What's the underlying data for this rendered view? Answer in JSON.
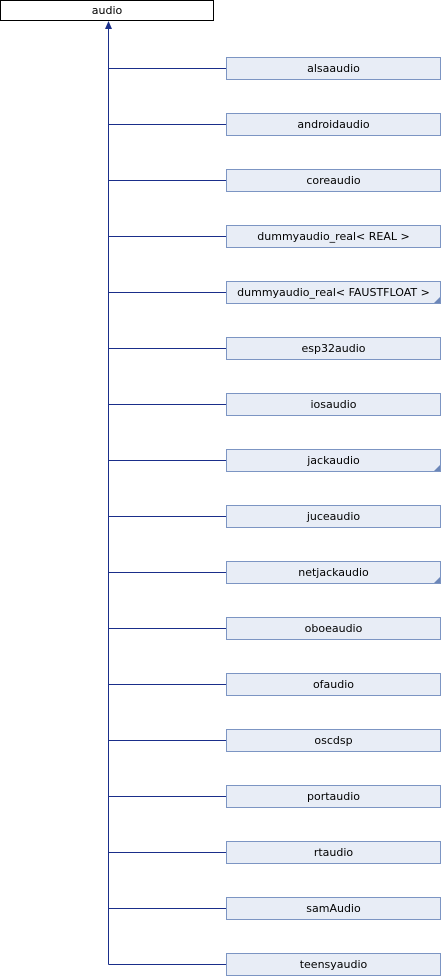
{
  "diagram": {
    "root": {
      "label": "audio"
    },
    "children": [
      {
        "label": "alsaaudio",
        "has_more": false
      },
      {
        "label": "androidaudio",
        "has_more": false
      },
      {
        "label": "coreaudio",
        "has_more": false
      },
      {
        "label": "dummyaudio_real< REAL >",
        "has_more": false
      },
      {
        "label": "dummyaudio_real< FAUSTFLOAT >",
        "has_more": true
      },
      {
        "label": "esp32audio",
        "has_more": false
      },
      {
        "label": "iosaudio",
        "has_more": false
      },
      {
        "label": "jackaudio",
        "has_more": true
      },
      {
        "label": "juceaudio",
        "has_more": false
      },
      {
        "label": "netjackaudio",
        "has_more": true
      },
      {
        "label": "oboeaudio",
        "has_more": false
      },
      {
        "label": "ofaudio",
        "has_more": false
      },
      {
        "label": "oscdsp",
        "has_more": false
      },
      {
        "label": "portaudio",
        "has_more": false
      },
      {
        "label": "rtaudio",
        "has_more": false
      },
      {
        "label": "samAudio",
        "has_more": false
      },
      {
        "label": "teensyaudio",
        "has_more": false
      }
    ],
    "colors": {
      "edge": "#1a2e8a",
      "node_fill": "#e8edf6",
      "node_border": "#7c95c3"
    }
  }
}
